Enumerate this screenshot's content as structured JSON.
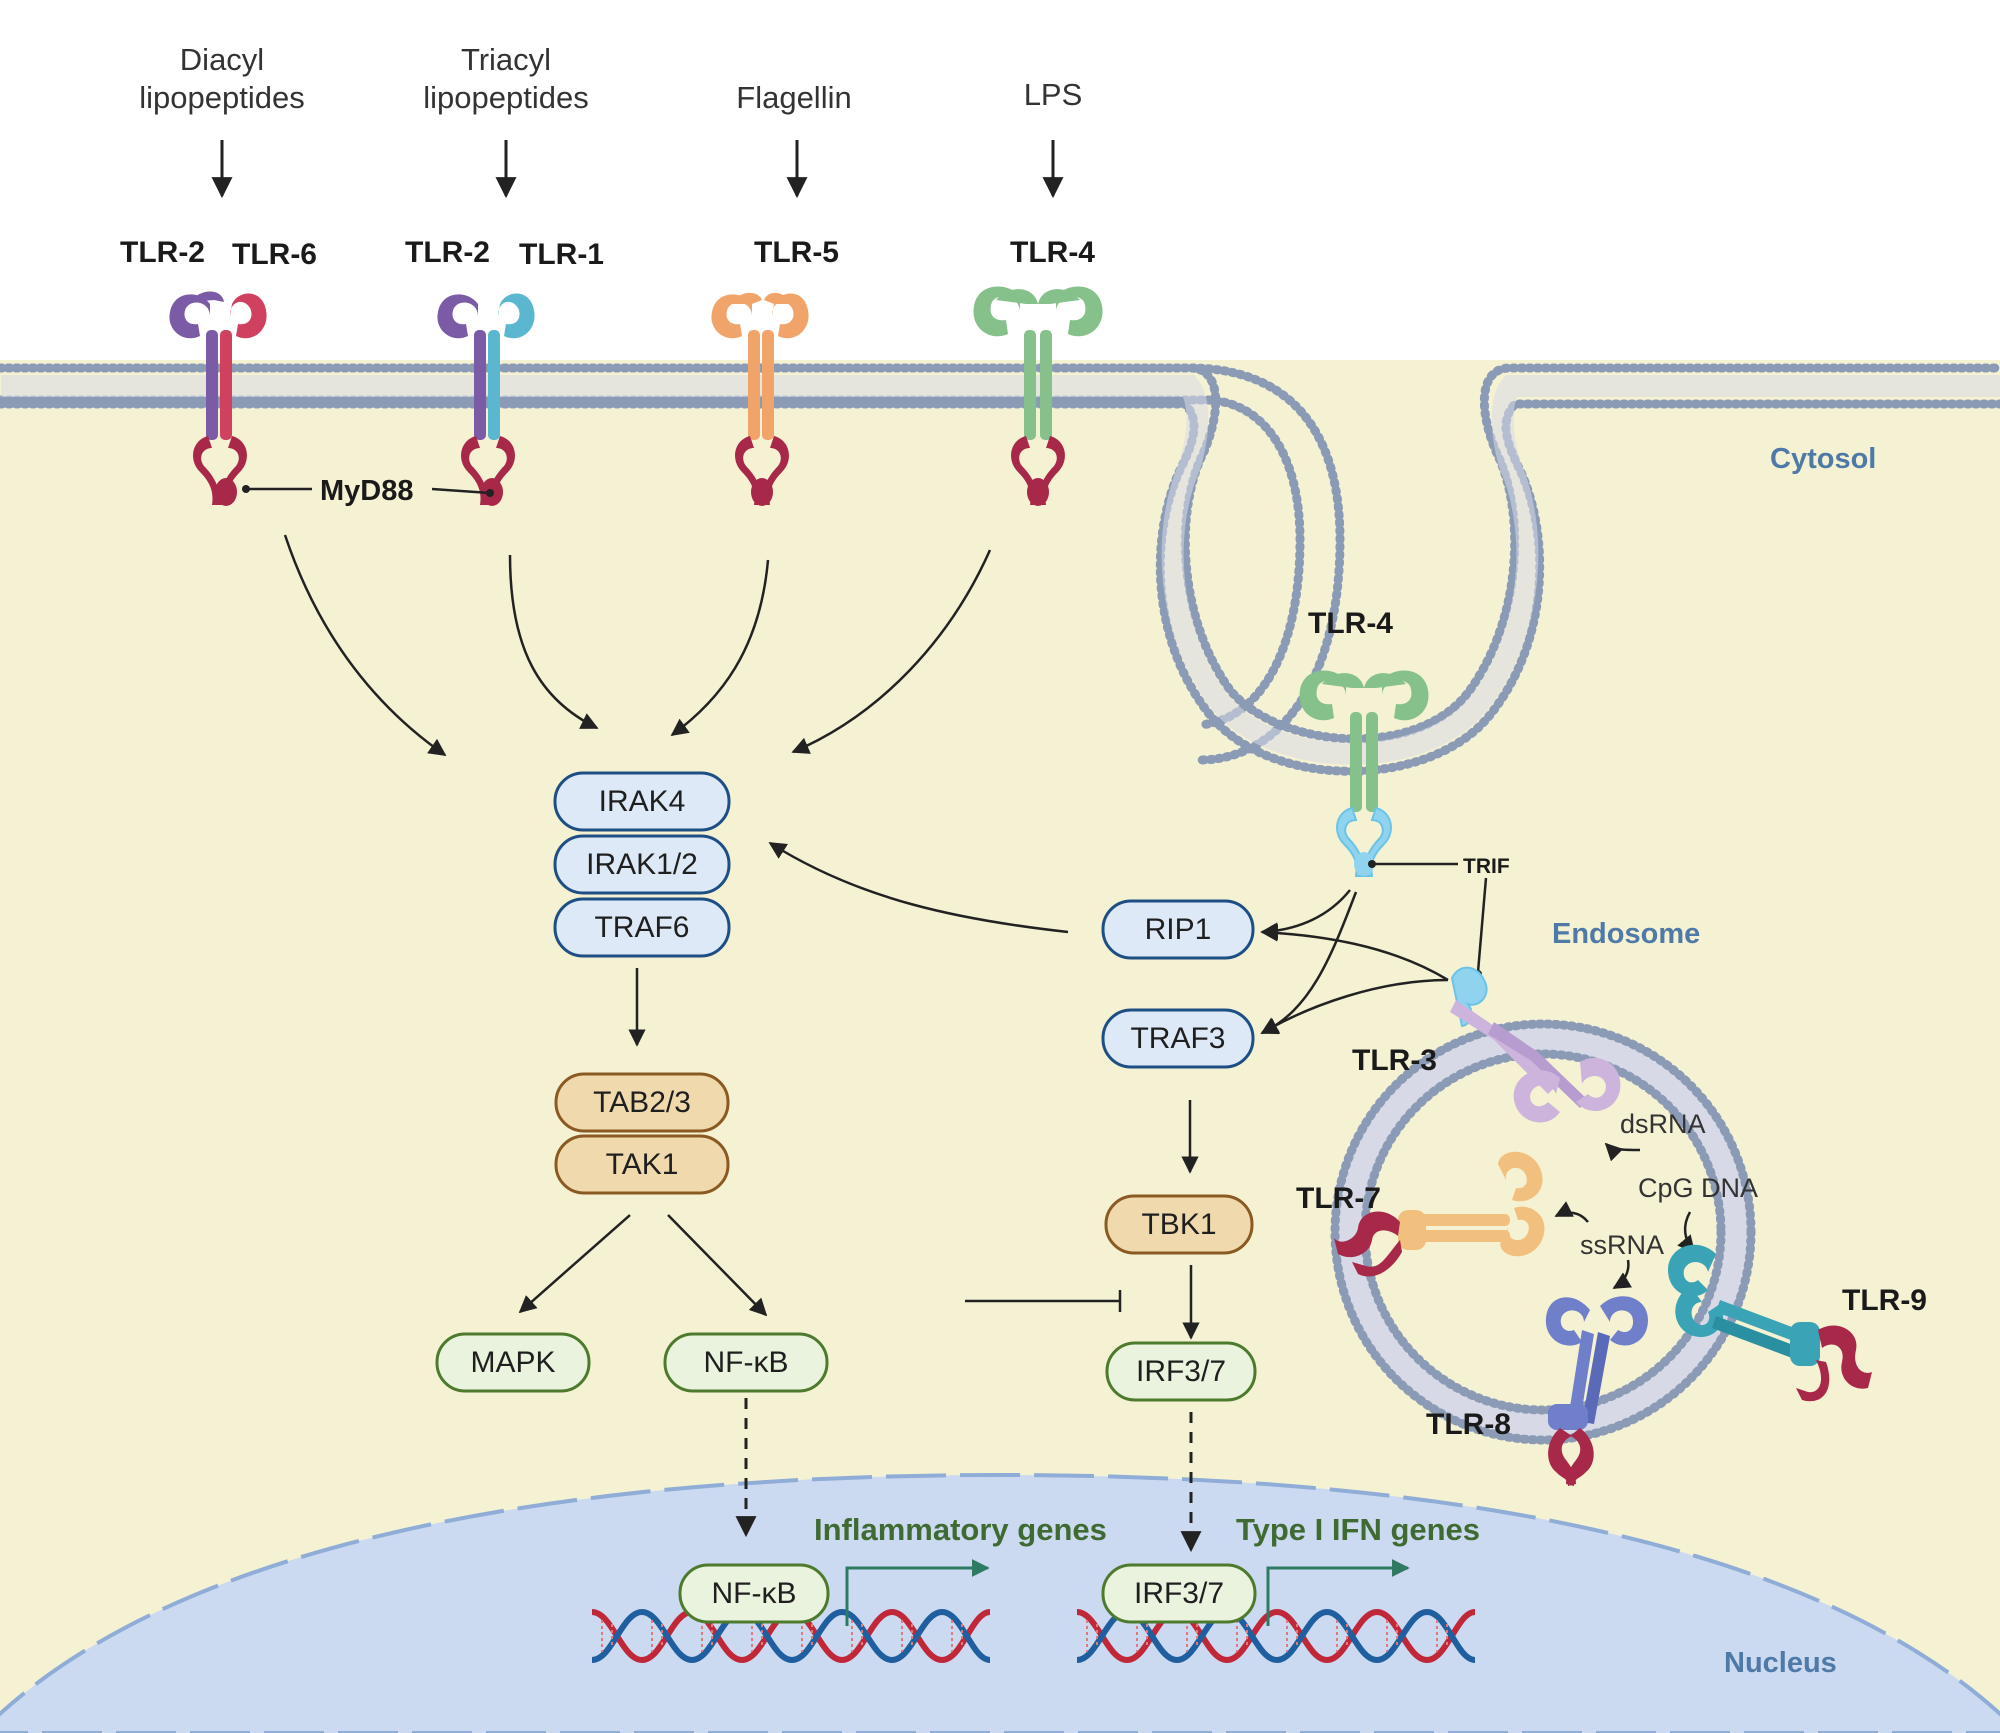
{
  "ligands": {
    "diacyl": [
      "Diacyl",
      "lipopeptides"
    ],
    "triacyl": [
      "Triacyl",
      "lipopeptides"
    ],
    "flagellin": "Flagellin",
    "lps": "LPS"
  },
  "receptors": {
    "tlr2a": "TLR-2",
    "tlr6": "TLR-6",
    "tlr2b": "TLR-2",
    "tlr1": "TLR-1",
    "tlr5": "TLR-5",
    "tlr4_surface": "TLR-4",
    "tlr4_endosome": "TLR-4",
    "tlr3": "TLR-3",
    "tlr7": "TLR-7",
    "tlr8": "TLR-8",
    "tlr9": "TLR-9"
  },
  "adaptors": {
    "myd88": "MyD88",
    "trif": "TRIF"
  },
  "regions": {
    "cytosol": "Cytosol",
    "endosome": "Endosome",
    "nucleus": "Nucleus"
  },
  "endosome_ligands": {
    "dsrna": "dsRNA",
    "cpg": "CpG DNA",
    "ssrna": "ssRNA"
  },
  "proteins": {
    "irak4": "IRAK4",
    "irak12": "IRAK1/2",
    "traf6": "TRAF6",
    "tab23": "TAB2/3",
    "tak1": "TAK1",
    "mapk": "MAPK",
    "nfkb": "NF-κB",
    "rip1": "RIP1",
    "traf3": "TRAF3",
    "tbk1": "TBK1",
    "irf37": "IRF3/7",
    "nfkb_nuc": "NF-κB",
    "irf37_nuc": "IRF3/7"
  },
  "genes": {
    "inflammatory": "Inflammatory genes",
    "ifn": "Type I IFN genes"
  },
  "colors": {
    "cytosol": "#f5f2d4",
    "membrane_head": "#8c9bb5",
    "nucleus": "#cbdaf0",
    "tlr2": "#7b5aa6",
    "tlr6": "#d0405f",
    "tlr1": "#5bb7cf",
    "tlr5": "#f0a46a",
    "tlr4": "#86c08a",
    "tir": "#a8284a",
    "trif": "#6bc4e6",
    "tlr3": "#cdb4dc",
    "tlr7": "#f2c07e",
    "tlr8": "#6f7fc9",
    "tlr9": "#3aa3b5",
    "blue_box": "#dde9f7",
    "tan_box": "#f0d9ad",
    "green_box": "#eaf3dd"
  }
}
